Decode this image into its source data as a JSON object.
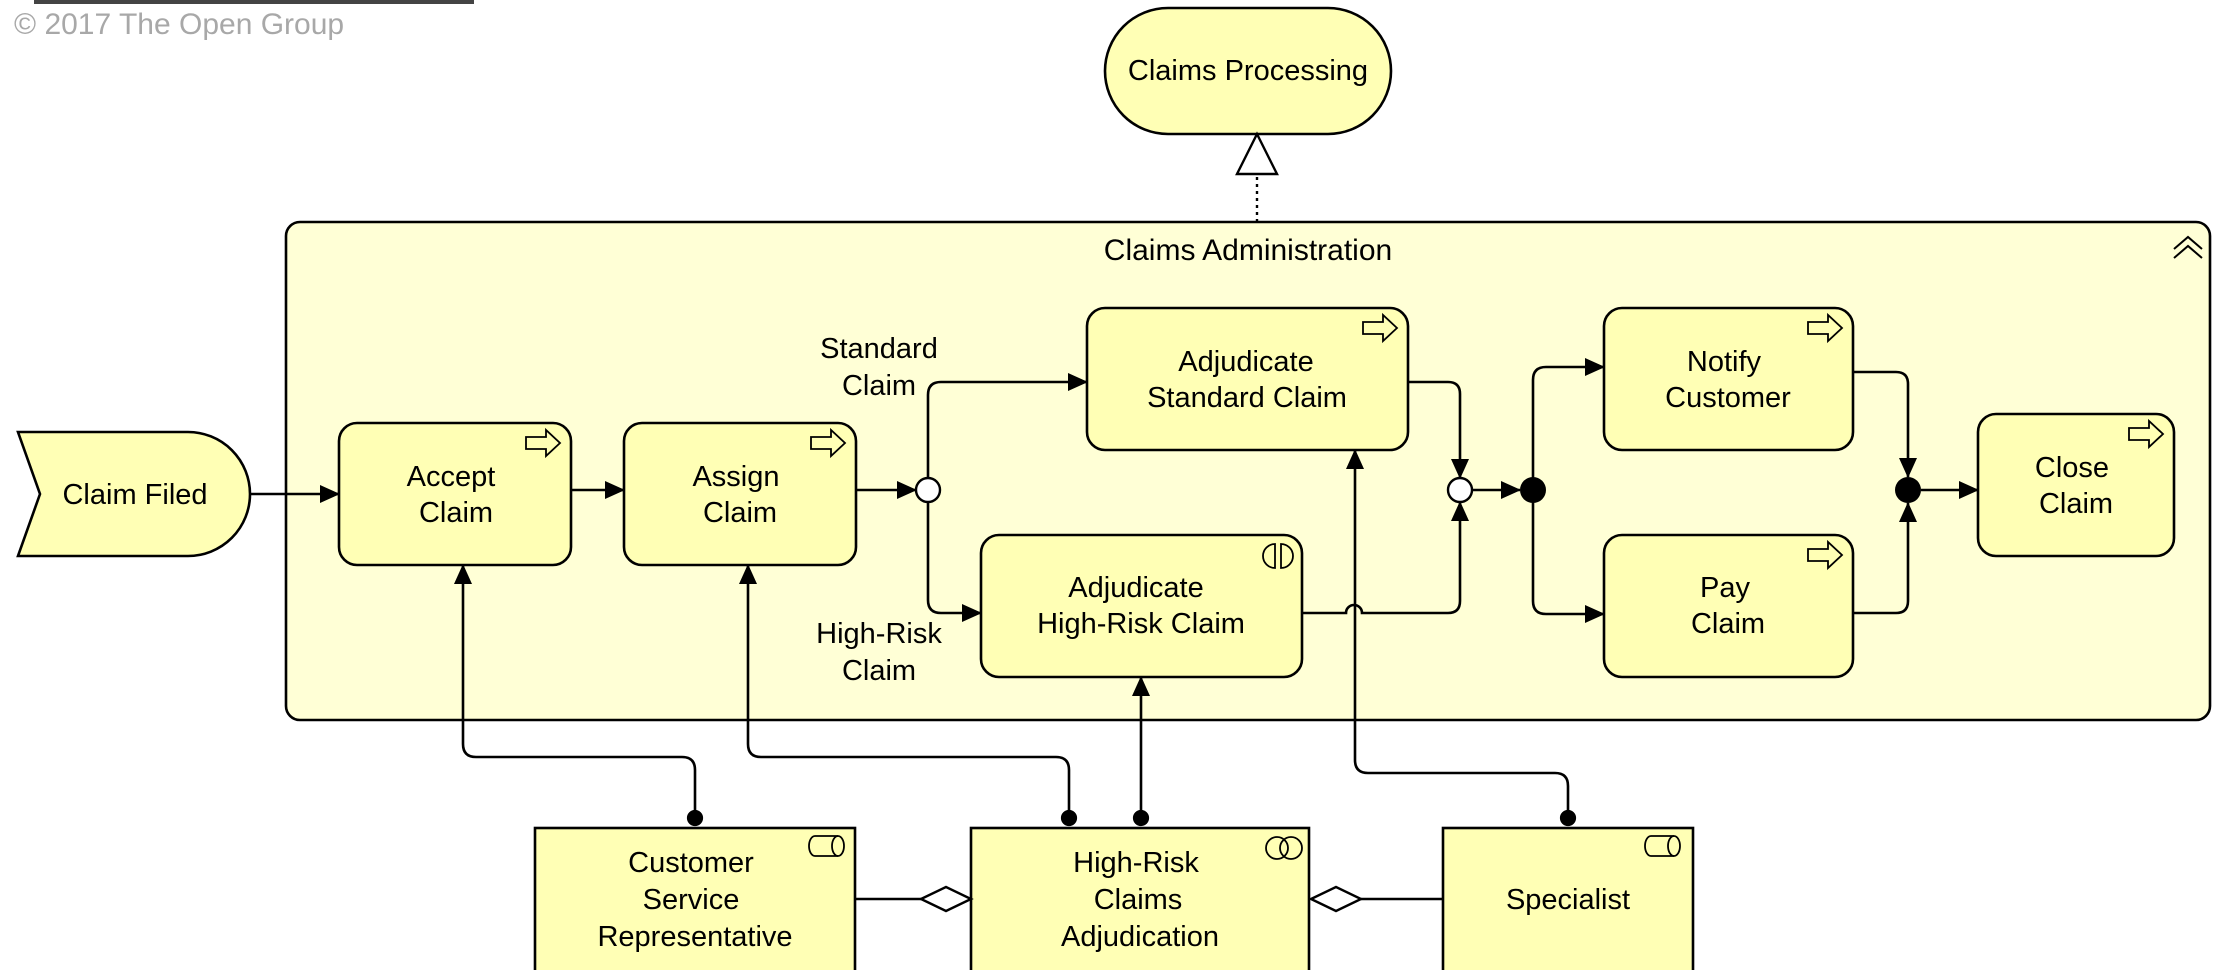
{
  "header": {
    "copyright": "© 2017 The Open Group"
  },
  "service": {
    "label": "Claims Processing"
  },
  "group": {
    "label": "Claims Administration"
  },
  "event": {
    "label": "Claim Filed"
  },
  "processes": {
    "accept_claim": [
      "Accept",
      "Claim"
    ],
    "assign_claim": [
      "Assign",
      "Claim"
    ],
    "adjudicate_standard": [
      "Adjudicate",
      "Standard Claim"
    ],
    "adjudicate_high_risk": [
      "Adjudicate",
      "High-Risk Claim"
    ],
    "notify_customer": [
      "Notify",
      "Customer"
    ],
    "pay_claim": [
      "Pay",
      "Claim"
    ],
    "close_claim": [
      "Close",
      "Claim"
    ]
  },
  "flow_labels": {
    "standard_claim": [
      "Standard",
      "Claim"
    ],
    "high_risk_claim": [
      "High-Risk",
      "Claim"
    ]
  },
  "roles": {
    "customer_service_rep": [
      "Customer",
      "Service",
      "Representative"
    ],
    "high_risk_adjudication": [
      "High-Risk",
      "Claims",
      "Adjudication"
    ],
    "specialist": [
      "Specialist"
    ]
  },
  "colors": {
    "element_fill": "#ffffb5",
    "group_fill": "#ffffd6",
    "line": "#000000",
    "copyright_text": "#a8a8a8"
  },
  "icons": {
    "process": "right-arrow-icon",
    "interaction": "split-circle-icon",
    "role": "cylinder-icon",
    "collaboration": "double-circle-icon",
    "group_collapse": "chevron-up-icon"
  }
}
